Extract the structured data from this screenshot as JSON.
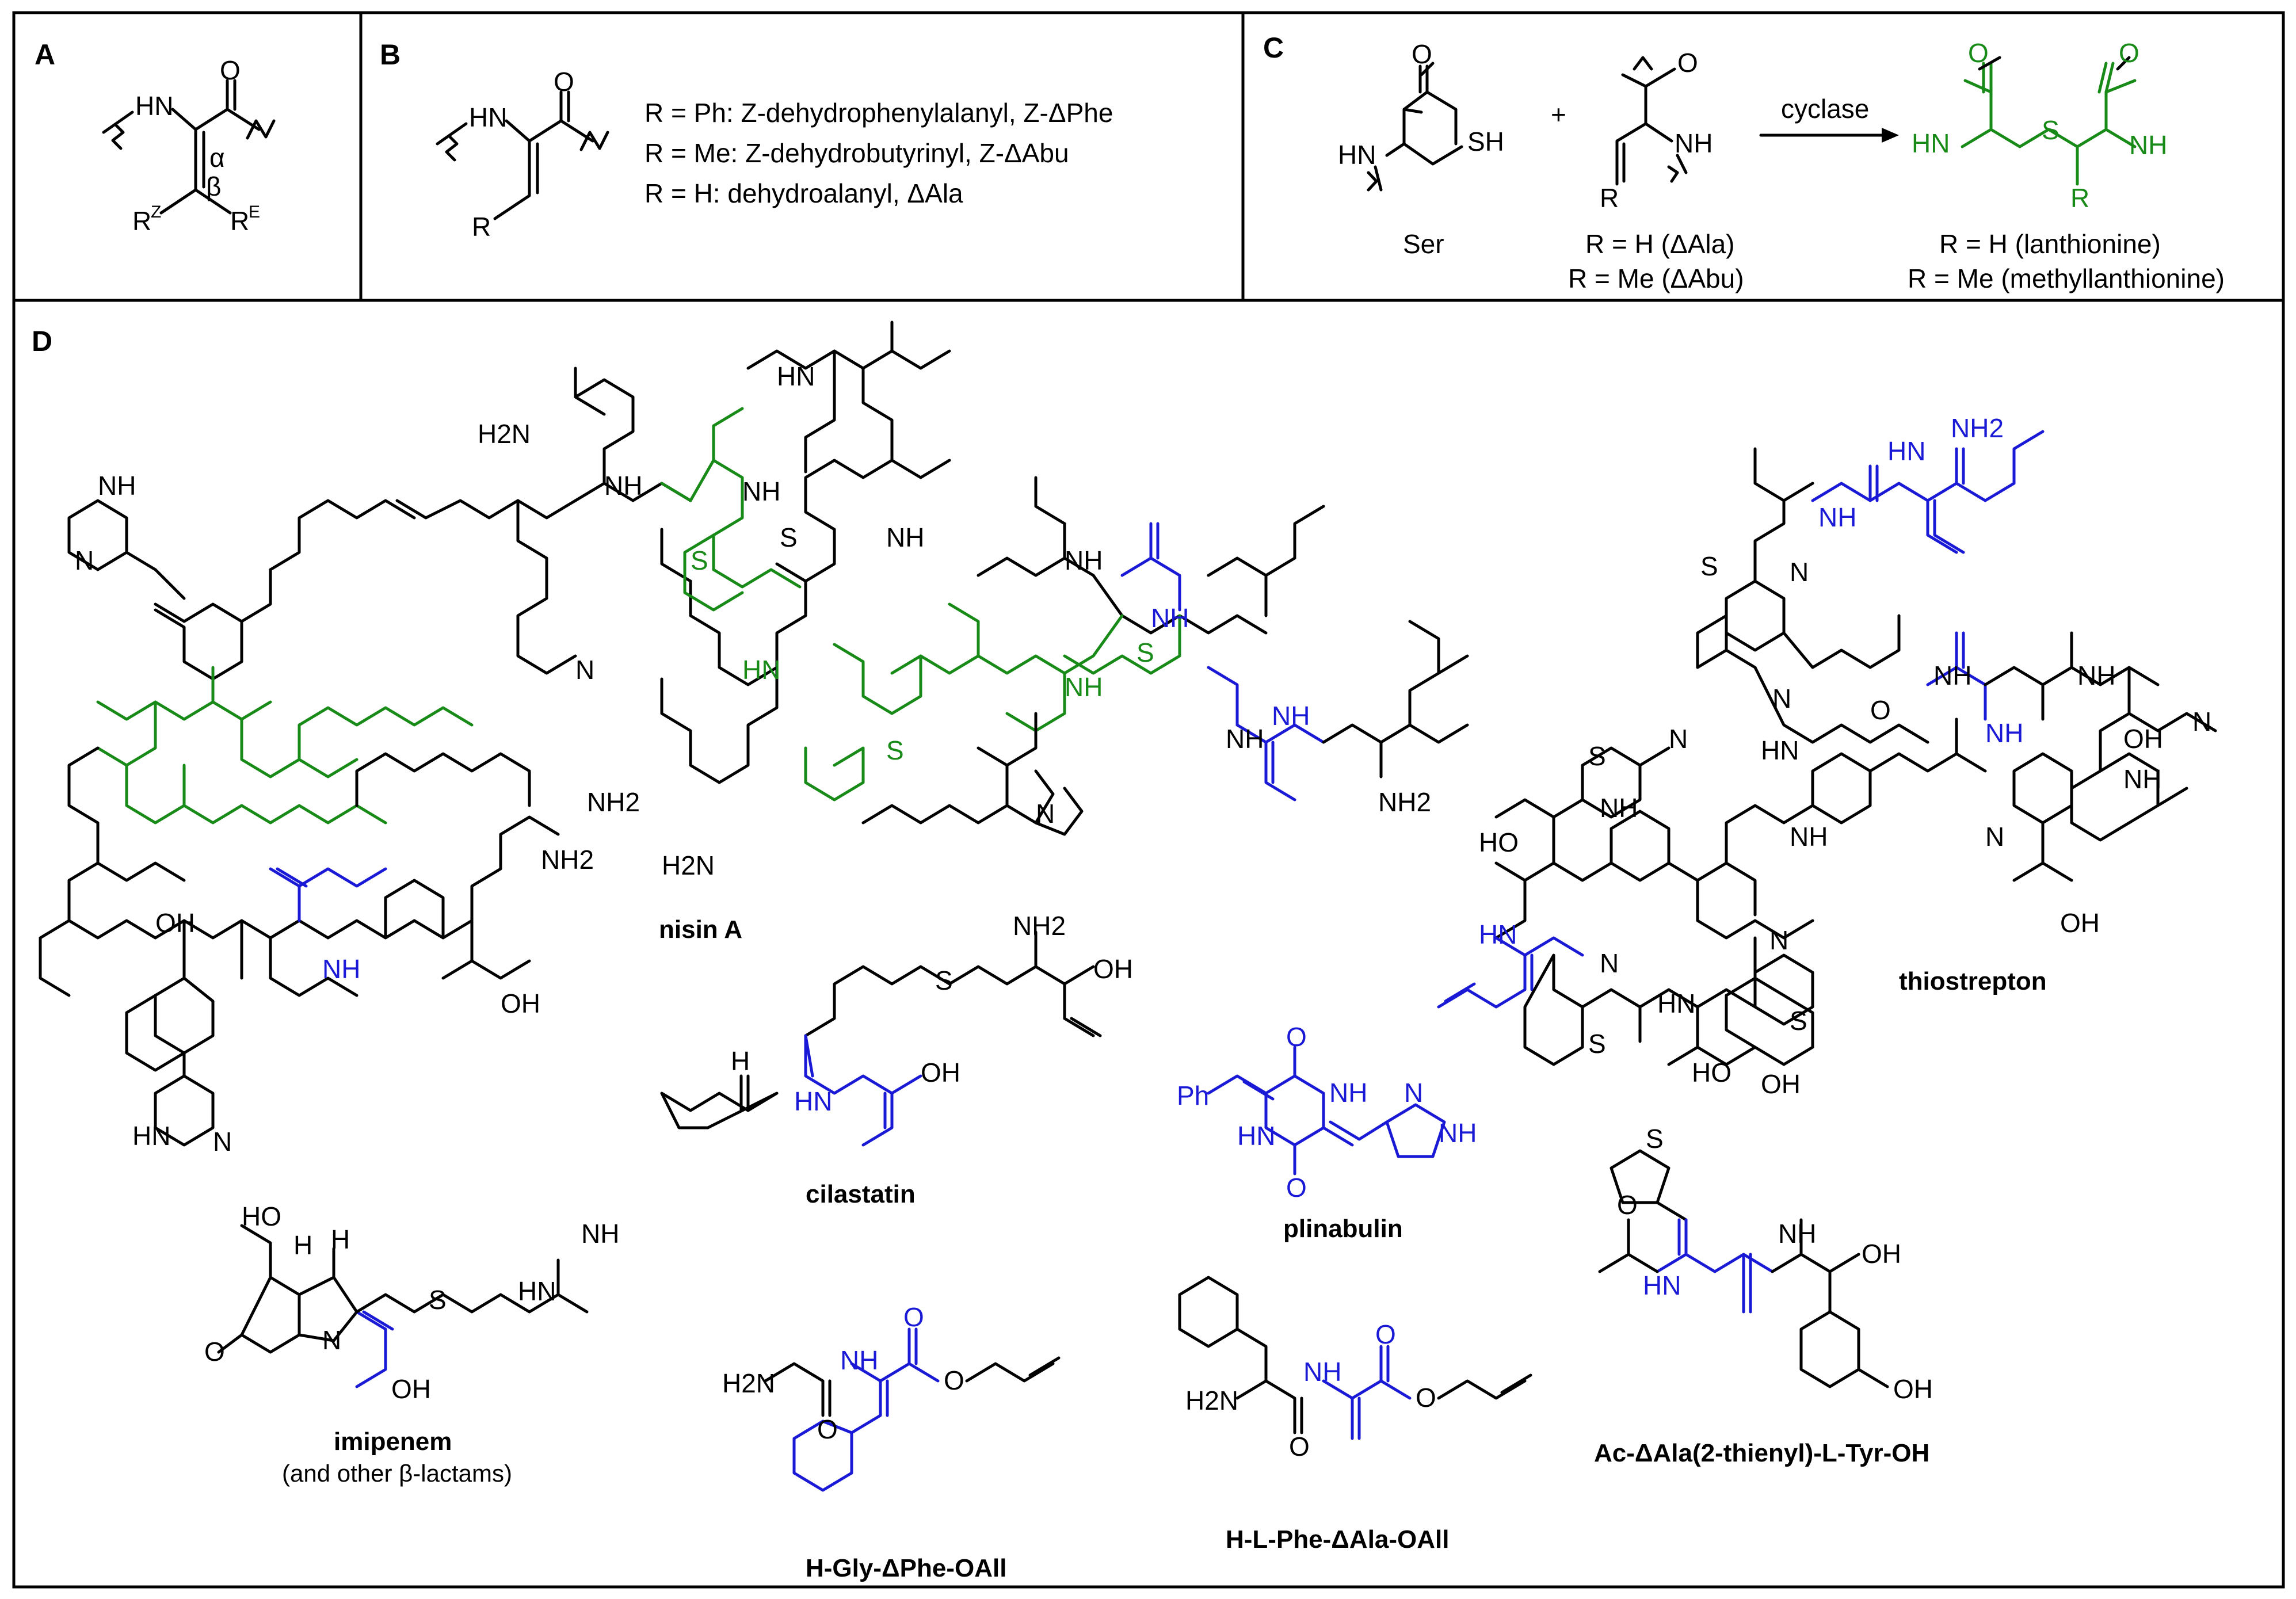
{
  "panels": {
    "A": {
      "label": "A",
      "atoms": {
        "nh": "HN",
        "o": "O",
        "alpha": "α",
        "beta": "β",
        "rz": "R",
        "rz_sup": "Z",
        "re": "R",
        "re_sup": "E"
      }
    },
    "B": {
      "label": "B",
      "atoms": {
        "nh": "HN",
        "o": "O",
        "r": "R"
      },
      "legend": [
        "R = Ph:  Z-dehydrophenylalanyl, Z-ΔPhe",
        "R = Me:  Z-dehydrobutyrinyl, Z-ΔAbu",
        "R = H:    dehydroalanyl, ΔAla"
      ]
    },
    "C": {
      "label": "C",
      "reagent": "cyclase",
      "plus": "+",
      "ser_label": "Ser",
      "atoms": {
        "o": "O",
        "hn": "HN",
        "sh": "SH",
        "nh": "NH",
        "r": "R",
        "s": "S"
      },
      "dha_labels": [
        "R = H (ΔAla)",
        "R = Me (ΔAbu)"
      ],
      "product_labels": [
        "R = H (lanthionine)",
        "R = Me (methyllanthionine)"
      ]
    },
    "D": {
      "label": "D",
      "compounds": [
        "nisin A",
        "thiostrepton",
        "cilastatin",
        "plinabulin",
        "imipenem",
        "(and other β-lactams)",
        "H-Gly-ΔPhe-OAll",
        "H-L-Phe-ΔAla-OAll",
        "Ac-ΔAla(2-thienyl)-L-Tyr-OH"
      ],
      "atoms": {
        "h2n": "H2N",
        "nh2": "NH2",
        "nh": "NH",
        "hn": "HN",
        "o": "O",
        "oh": "OH",
        "ho": "HO",
        "s": "S",
        "n": "N",
        "h": "H",
        "ph": "Ph"
      }
    }
  },
  "colors": {
    "lanthionine": "#178a17",
    "dehydroamino": "#1a1ad6",
    "default": "#000000"
  }
}
